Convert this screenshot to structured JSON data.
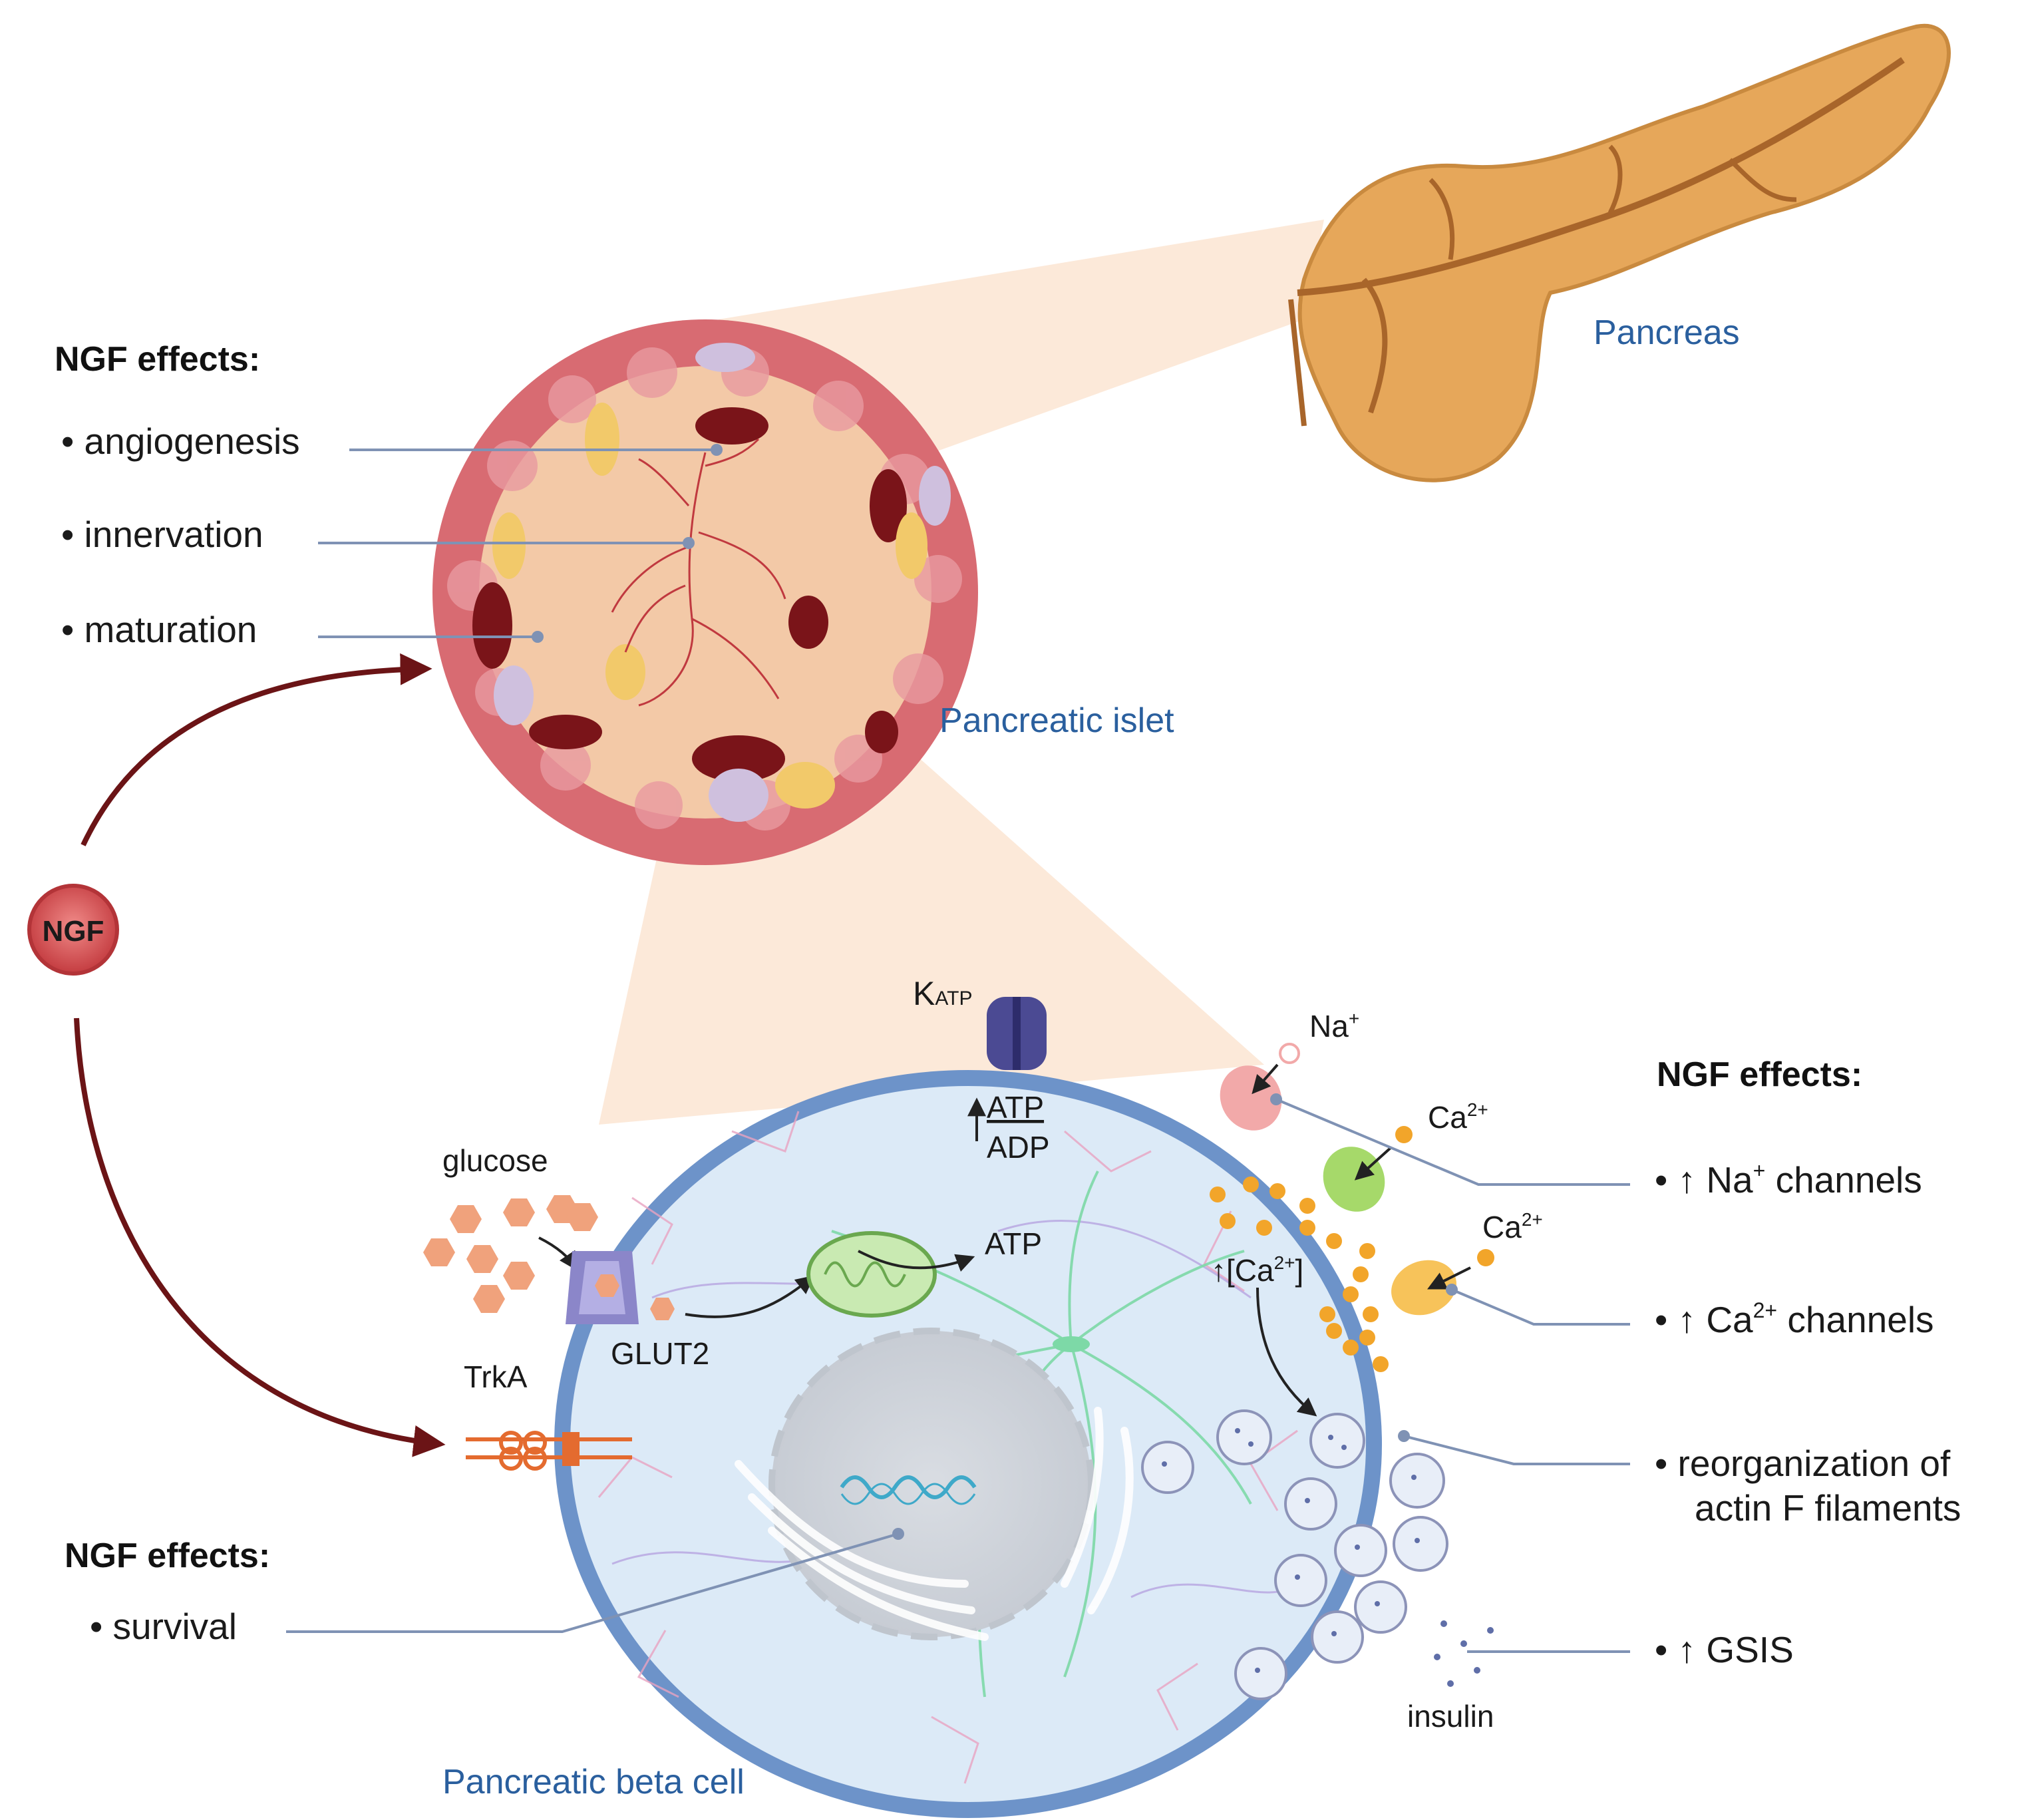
{
  "colors": {
    "title_blue": "#2a5f9e",
    "ngf_red": "#d9595c",
    "arrow_dark_red": "#6b1416",
    "pancreas_orange": "#e6a75a",
    "islet_pink": "#f3c9a7",
    "cell_blue": "#dceaf7",
    "membrane_blue": "#6d93c9",
    "zoom_wedge": "#fbe3cf",
    "leader_line": "#7f92b4",
    "calcium_dot": "#f2a52a"
  },
  "labels": {
    "pancreas": "Pancreas",
    "islet": "Pancreatic islet",
    "beta_cell": "Pancreatic beta cell",
    "ngf": "NGF",
    "katp_main": "K",
    "katp_sub": "ATP",
    "atp_numerator": "ATP",
    "adp_denominator": "ADP",
    "atp_mito": "ATP",
    "glucose": "glucose",
    "glut2": "GLUT2",
    "trka": "TrkA",
    "na_ion": "Na",
    "na_charge": "+",
    "ca_ion_1": "Ca",
    "ca_charge_1": "2+",
    "ca_ion_2": "Ca",
    "ca_charge_2": "2+",
    "ca_conc_up": "↑",
    "ca_conc_open": "[Ca",
    "ca_conc_charge": "2+",
    "ca_conc_close": "]",
    "insulin": "insulin"
  },
  "islet_effects": {
    "heading": "NGF effects:",
    "items": [
      "• angiogenesis",
      "• innervation",
      "• maturation"
    ]
  },
  "cell_effects": {
    "heading": "NGF effects:",
    "na_line": {
      "prefix": "•  ↑  Na",
      "sup": "+",
      "suffix": "  channels"
    },
    "ca_line": {
      "prefix": "•  ↑  Ca",
      "sup": "2+",
      "suffix": " channels"
    },
    "reorg_line1": "•   reorganization of",
    "reorg_line2": "actin F filaments",
    "gsis_line": "•  ↑  GSIS"
  },
  "survival_effects": {
    "heading": "NGF effects:",
    "items": [
      "• survival"
    ]
  }
}
